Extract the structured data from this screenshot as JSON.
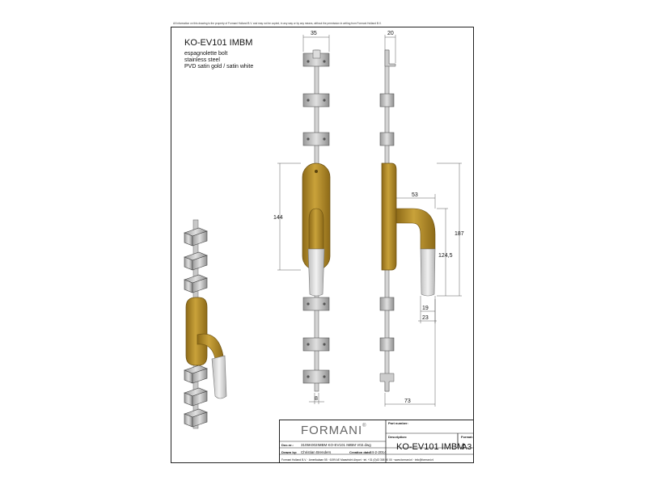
{
  "notice": "All information on this drawing is the property of Formani Holland B.V. and may not be copied, in any way or by any means, without the permission in writing from Formani Holland B.V.",
  "title": "KO-EV101 IMBM",
  "description_lines": [
    "espagnolette bolt",
    "stainless steel",
    "PVD satin gold / satin white"
  ],
  "dimensions": {
    "width_top": "35",
    "side_top": "20",
    "height_plate": "144",
    "handle_projection": "53",
    "total_height": "187",
    "handle_height": "124,5",
    "grip_inner": "19",
    "grip_outer": "23",
    "rod_diameter": "8",
    "total_depth": "73"
  },
  "title_block": {
    "brand": "FORMANI",
    "brand_mark": "®",
    "part_number_label": "Part number:",
    "part_number_value": "",
    "description_label": "Description:",
    "description_value": "KO-EV101 IMBM",
    "format_label": "Format:",
    "format_value": "A3",
    "doc_label": "Doc.nr.:",
    "doc_value": "3105K002IMBM KO-EV101 IMBM V02.dwg",
    "drawn_label": "Drawn by:",
    "drawn_value": "Christian Brenders",
    "creation_label": "Creation date:",
    "creation_value": "24-2-2014",
    "footer": "Formani Holland B.V. · Amerikalaan 55 · 6199 AE Maastricht Airport · tel. +31 (0)43 308 90 00 · www.formani.nl · info@formani.nl"
  },
  "colors": {
    "gold": "#b8912c",
    "gold_dark": "#8d6a18",
    "white_grip": "#e6e6e6",
    "steel": "#c8c8c8"
  }
}
